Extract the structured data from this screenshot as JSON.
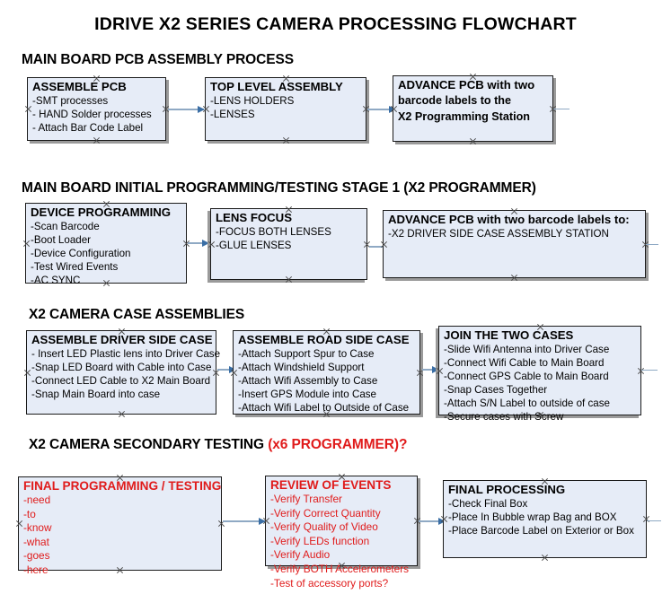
{
  "document": {
    "title": "IDRIVE X2  SERIES CAMERA PROCESSING FLOWCHART"
  },
  "sections": [
    {
      "id": "main-board-pcb-assembly",
      "header": "MAIN BOARD PCB ASSEMBLY PROCESS",
      "header_accent": "",
      "boxes": [
        {
          "id": "assemble-pcb",
          "title": "ASSEMBLE PCB",
          "lines": [
            "-SMT processes",
            "- HAND Solder processes",
            "- Attach Bar Code Label"
          ]
        },
        {
          "id": "top-level-assembly",
          "title": "TOP LEVEL ASSEMBLY",
          "lines": [
            "-LENS HOLDERS",
            "-LENSES"
          ]
        },
        {
          "id": "advance-pcb-to-x2-programming-station",
          "title": "ADVANCE PCB with two",
          "lines": [
            "barcode labels to the",
            " X2 Programming Station"
          ]
        }
      ]
    },
    {
      "id": "main-board-initial-programming",
      "header": "MAIN BOARD INITIAL PROGRAMMING/TESTING STAGE 1 (X2 PROGRAMMER)",
      "header_accent": "",
      "boxes": [
        {
          "id": "device-programming",
          "title": "DEVICE PROGRAMMING",
          "lines": [
            "-Scan Barcode",
            "-Boot Loader",
            "-Device Configuration",
            "-Test Wired Events",
            "-AC SYNC"
          ]
        },
        {
          "id": "lens-focus",
          "title": "LENS FOCUS",
          "lines": [
            "-FOCUS BOTH LENSES",
            "-GLUE LENSES"
          ]
        },
        {
          "id": "advance-pcb-to-driver-side-case-station",
          "title": "ADVANCE PCB with two barcode labels to:",
          "lines": [
            "-X2 DRIVER  SIDE  CASE  ASSEMBLY STATION"
          ]
        }
      ]
    },
    {
      "id": "x2-camera-case-assemblies",
      "header": "X2 CAMERA CASE ASSEMBLIES",
      "header_accent": "",
      "boxes": [
        {
          "id": "assemble-driver-side-case",
          "title": "ASSEMBLE DRIVER SIDE CASE",
          "lines": [
            " - Insert LED Plastic lens into Driver Case",
            "-Snap LED Board with Cable into Case",
            "-Connect LED Cable to X2 Main Board",
            "-Snap Main Board into case"
          ]
        },
        {
          "id": "assemble-road-side-case",
          "title": "ASSEMBLE ROAD SIDE CASE",
          "lines": [
            "-Attach Support Spur to Case",
            "-Attach Windshield Support",
            "-Attach Wifi Assembly to Case",
            "-Insert GPS Module into Case",
            "-Attach Wifi Label to Outside of Case"
          ]
        },
        {
          "id": "join-the-two-cases",
          "title": "JOIN THE TWO CASES",
          "lines": [
            "-Slide Wifi Antenna into Driver Case",
            "-Connect Wifi Cable to Main Board",
            "-Connect GPS Cable to Main Board",
            "-Snap Cases Together",
            "-Attach S/N Label to outside of case",
            "-Secure cases with Screw"
          ]
        }
      ]
    },
    {
      "id": "x2-camera-secondary-testing",
      "header": "X2 CAMERA SECONDARY TESTING ",
      "header_accent": "(x6 PROGRAMMER)?",
      "boxes": [
        {
          "id": "final-programming-testing",
          "title": "FINAL PROGRAMMING / TESTING",
          "lines": [
            "-need",
            "-to",
            "-know",
            "-what",
            "-goes",
            "-here"
          ]
        },
        {
          "id": "review-of-events",
          "title": "REVIEW OF EVENTS",
          "lines": [
            "-Verify Transfer",
            "-Verify Correct Quantity",
            "-Verify Quality of Video",
            "-Verify LEDs function",
            "-Verify Audio",
            "-Verify BOTH Accelerometers",
            "-Test of accessory ports?"
          ]
        },
        {
          "id": "final-processing",
          "title": "FINAL PROCESSING",
          "lines": [
            " -Check Final Box",
            "-Place In Bubble wrap Bag and BOX",
            "-Place Barcode Label on Exterior or Box"
          ]
        }
      ]
    }
  ],
  "colors": {
    "box_fill": "#e6ecf7",
    "box_border": "#1b1b1b",
    "accent_red": "#e01b1b",
    "arrow_line": "#8fa9c4",
    "arrow_head": "#3a6ea5",
    "shadow": "#9a9a9a"
  }
}
